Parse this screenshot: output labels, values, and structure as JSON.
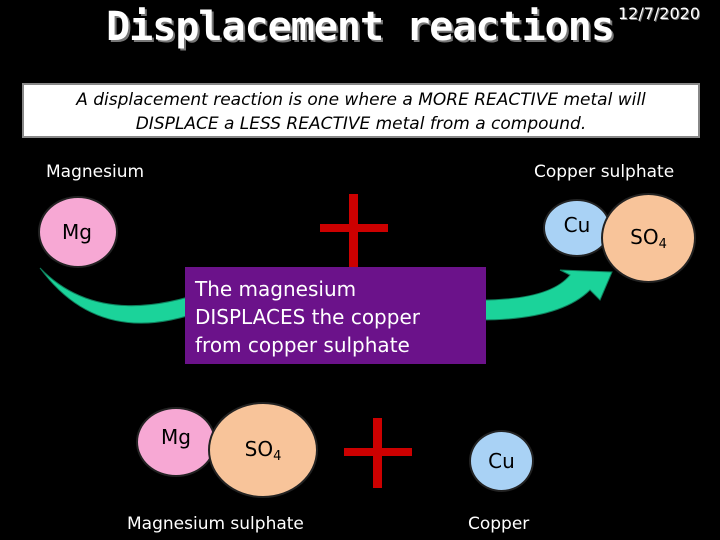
{
  "slide": {
    "title": "Displacement reactions",
    "date": "12/7/2020",
    "definition_line1": "A displacement reaction is one where a MORE REACTIVE metal will",
    "definition_line2": "DISPLACE a LESS REACTIVE metal from a compound."
  },
  "reactants": {
    "magnesium_label": "Magnesium",
    "copper_sulphate_label": "Copper sulphate",
    "mg": "Mg",
    "cu": "Cu",
    "so4_base": "SO",
    "so4_sub": "4"
  },
  "explanation": {
    "line1": "The magnesium",
    "line2": "DISPLACES the copper",
    "line3": "from copper sulphate"
  },
  "products": {
    "mg": "Mg",
    "so4_base": "SO",
    "so4_sub": "4",
    "cu": "Cu",
    "magnesium_sulphate_label": "Magnesium sulphate",
    "copper_label": "Copper"
  },
  "colors": {
    "plus": "#cc0000",
    "arrow": "#1bd39a",
    "box": "#6b128a"
  }
}
